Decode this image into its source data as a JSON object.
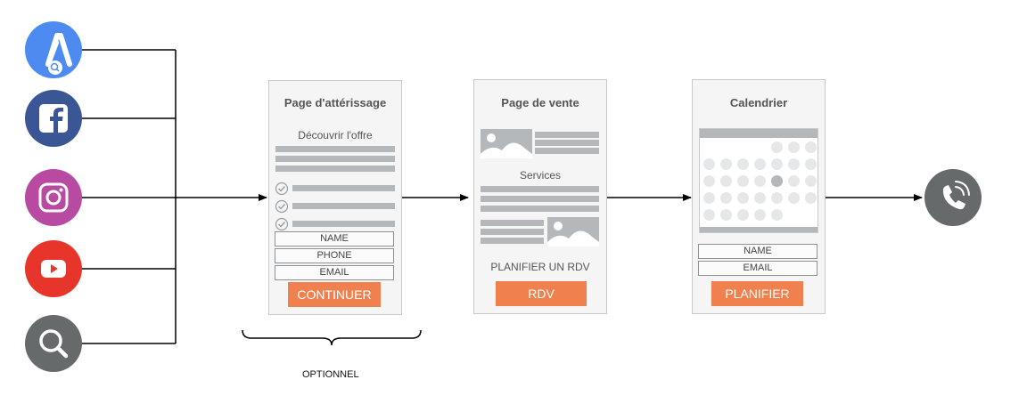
{
  "sources": [
    {
      "name": "google-ads",
      "icon": "google-ads-icon",
      "color": "#4e8bf0"
    },
    {
      "name": "facebook",
      "icon": "facebook-icon",
      "color": "#3b5694"
    },
    {
      "name": "instagram",
      "icon": "instagram-icon",
      "color": "#b84aa2"
    },
    {
      "name": "youtube",
      "icon": "youtube-icon",
      "color": "#e8352b"
    },
    {
      "name": "search",
      "icon": "search-icon",
      "color": "#676a6b"
    }
  ],
  "landing": {
    "title": "Page d'attérissage",
    "subtitle": "Découvrir l'offre",
    "fields": [
      "NAME",
      "PHONE",
      "EMAIL"
    ],
    "button": "CONTINUER"
  },
  "optional_label": "OPTIONNEL",
  "sales": {
    "title": "Page de vente",
    "services": "Services",
    "cta_text": "PLANIFIER UN RDV",
    "button": "RDV"
  },
  "calendar": {
    "title": "Calendrier",
    "fields": [
      "NAME",
      "EMAIL"
    ],
    "button": "PLANIFIER"
  },
  "end": {
    "icon": "phone-call-icon",
    "color": "#676a6b"
  },
  "colors": {
    "accent": "#f0804e",
    "placeholder": "#b4b8bb",
    "line": "#000000"
  }
}
